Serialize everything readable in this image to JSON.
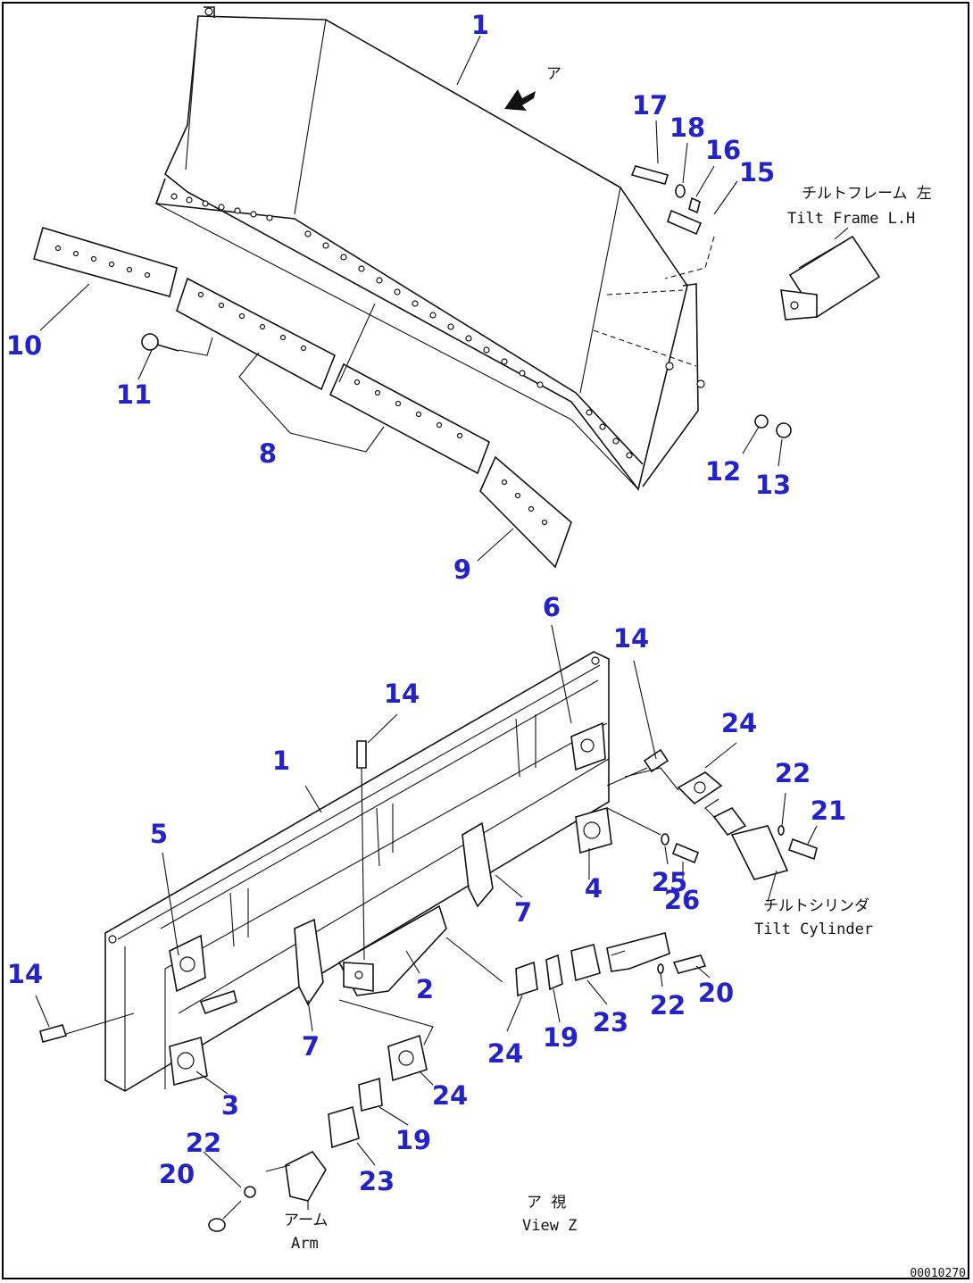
{
  "callouts": {
    "c1_top": "1",
    "c17": "17",
    "c18": "18",
    "c16": "16",
    "c15": "15",
    "c10": "10",
    "c11": "11",
    "c8": "8",
    "c9": "9",
    "c12": "12",
    "c13": "13",
    "c6": "6",
    "c14_a": "14",
    "c14_b": "14",
    "c14_c": "14",
    "c24_a": "24",
    "c24_b": "24",
    "c24_c": "24",
    "c22_a": "22",
    "c22_b": "22",
    "c22_c": "22",
    "c21": "21",
    "c1_bot": "1",
    "c5": "5",
    "c4": "4",
    "c25": "25",
    "c26": "26",
    "c7_a": "7",
    "c7_b": "7",
    "c2": "2",
    "c3": "3",
    "c20_a": "20",
    "c20_b": "20",
    "c19_a": "19",
    "c19_b": "19",
    "c23_a": "23",
    "c23_b": "23"
  },
  "labels": {
    "view_arrow_mark": "ア",
    "tilt_frame_jp": "チルトフレーム 左",
    "tilt_frame_en": "Tilt Frame L.H",
    "tilt_cylinder_jp": "チルトシリンダ",
    "tilt_cylinder_en": "Tilt Cylinder",
    "arm_jp": "アーム",
    "arm_en": "Arm",
    "view_jp": "ア 視",
    "view_en": "View Z",
    "drawing_code": "00010270"
  },
  "colors": {
    "callout": "#2323c8",
    "line": "#111111",
    "background": "#ffffff"
  }
}
